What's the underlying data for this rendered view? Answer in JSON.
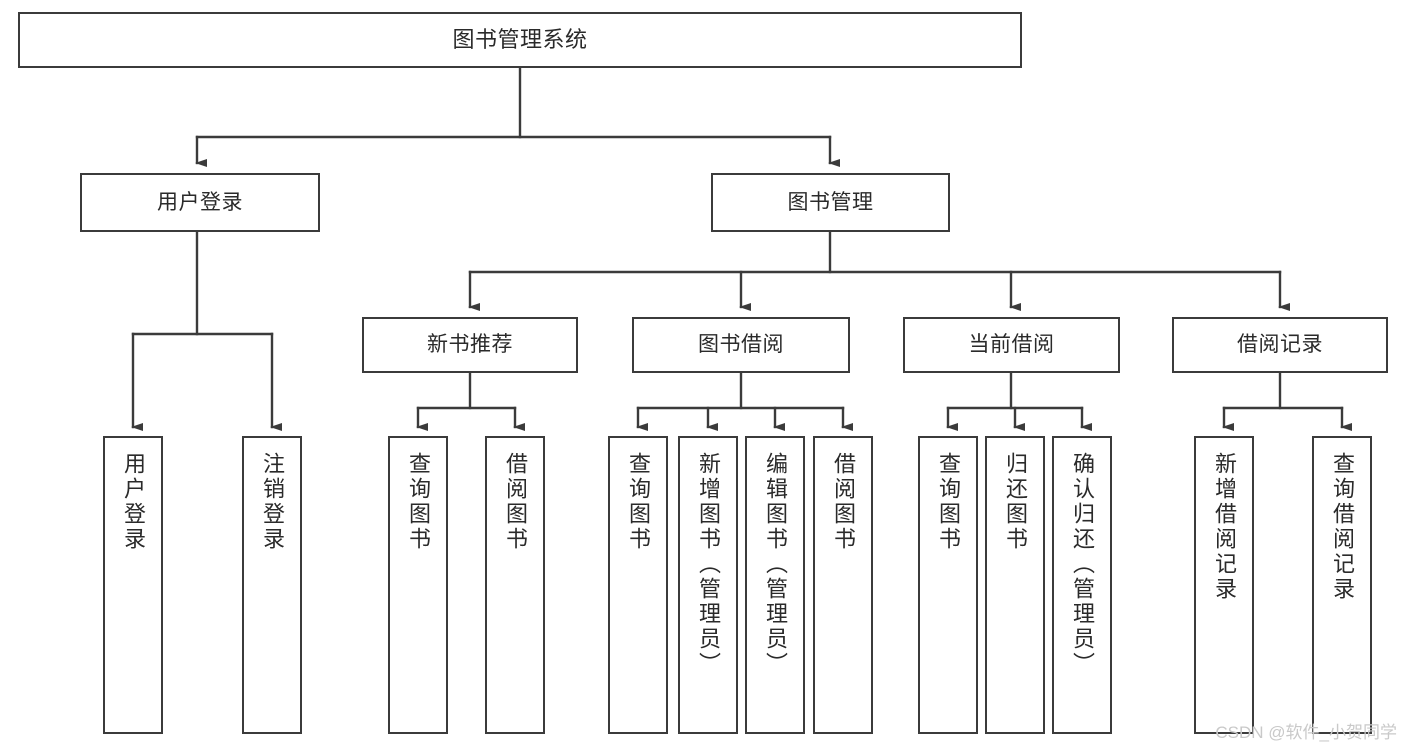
{
  "diagram": {
    "title": "图书管理系统",
    "type": "tree-hierarchy-diagram",
    "colors": {
      "box_border": "#3b3b3b",
      "box_fill": "#ffffff",
      "connector": "#3b3b3b",
      "text": "#2a2a2a",
      "watermark": "#c9c9c9",
      "background": "#ffffff"
    },
    "nodes": {
      "root": {
        "label": "图书管理系统",
        "level": 1,
        "orientation": "horizontal"
      },
      "l2": [
        {
          "id": "user-login",
          "label": "用户登录",
          "level": 2,
          "orientation": "horizontal"
        },
        {
          "id": "book-manage",
          "label": "图书管理",
          "level": 2,
          "orientation": "horizontal"
        }
      ],
      "l3": [
        {
          "id": "new-book-rec",
          "label": "新书推荐",
          "level": 3,
          "orientation": "horizontal"
        },
        {
          "id": "book-borrow",
          "label": "图书借阅",
          "level": 3,
          "orientation": "horizontal"
        },
        {
          "id": "current-borrow",
          "label": "当前借阅",
          "level": 3,
          "orientation": "horizontal"
        },
        {
          "id": "borrow-record",
          "label": "借阅记录",
          "level": 3,
          "orientation": "horizontal"
        }
      ],
      "leaves": [
        {
          "id": "leaf-user-login",
          "label": "用户登录",
          "parent": "user-login",
          "orientation": "vertical"
        },
        {
          "id": "leaf-user-logout",
          "label": "注销登录",
          "parent": "user-login",
          "orientation": "vertical"
        },
        {
          "id": "leaf-query-book-1",
          "label": "查询图书",
          "parent": "new-book-rec",
          "orientation": "vertical"
        },
        {
          "id": "leaf-borrow-book-1",
          "label": "借阅图书",
          "parent": "new-book-rec",
          "orientation": "vertical"
        },
        {
          "id": "leaf-query-book-2",
          "label": "查询图书",
          "parent": "book-borrow",
          "orientation": "vertical"
        },
        {
          "id": "leaf-add-book",
          "label": "新增图书（管理员）",
          "parent": "book-borrow",
          "orientation": "vertical"
        },
        {
          "id": "leaf-edit-book",
          "label": "编辑图书（管理员）",
          "parent": "book-borrow",
          "orientation": "vertical"
        },
        {
          "id": "leaf-borrow-book-2",
          "label": "借阅图书",
          "parent": "book-borrow",
          "orientation": "vertical"
        },
        {
          "id": "leaf-query-book-3",
          "label": "查询图书",
          "parent": "current-borrow",
          "orientation": "vertical"
        },
        {
          "id": "leaf-return-book",
          "label": "归还图书",
          "parent": "current-borrow",
          "orientation": "vertical"
        },
        {
          "id": "leaf-confirm-return",
          "label": "确认归还（管理员）",
          "parent": "current-borrow",
          "orientation": "vertical"
        },
        {
          "id": "leaf-add-record",
          "label": "新增借阅记录",
          "parent": "borrow-record",
          "orientation": "vertical"
        },
        {
          "id": "leaf-query-record",
          "label": "查询借阅记录",
          "parent": "borrow-record",
          "orientation": "vertical"
        }
      ]
    }
  },
  "watermark": {
    "text": "CSDN @软件_小贺同学"
  }
}
